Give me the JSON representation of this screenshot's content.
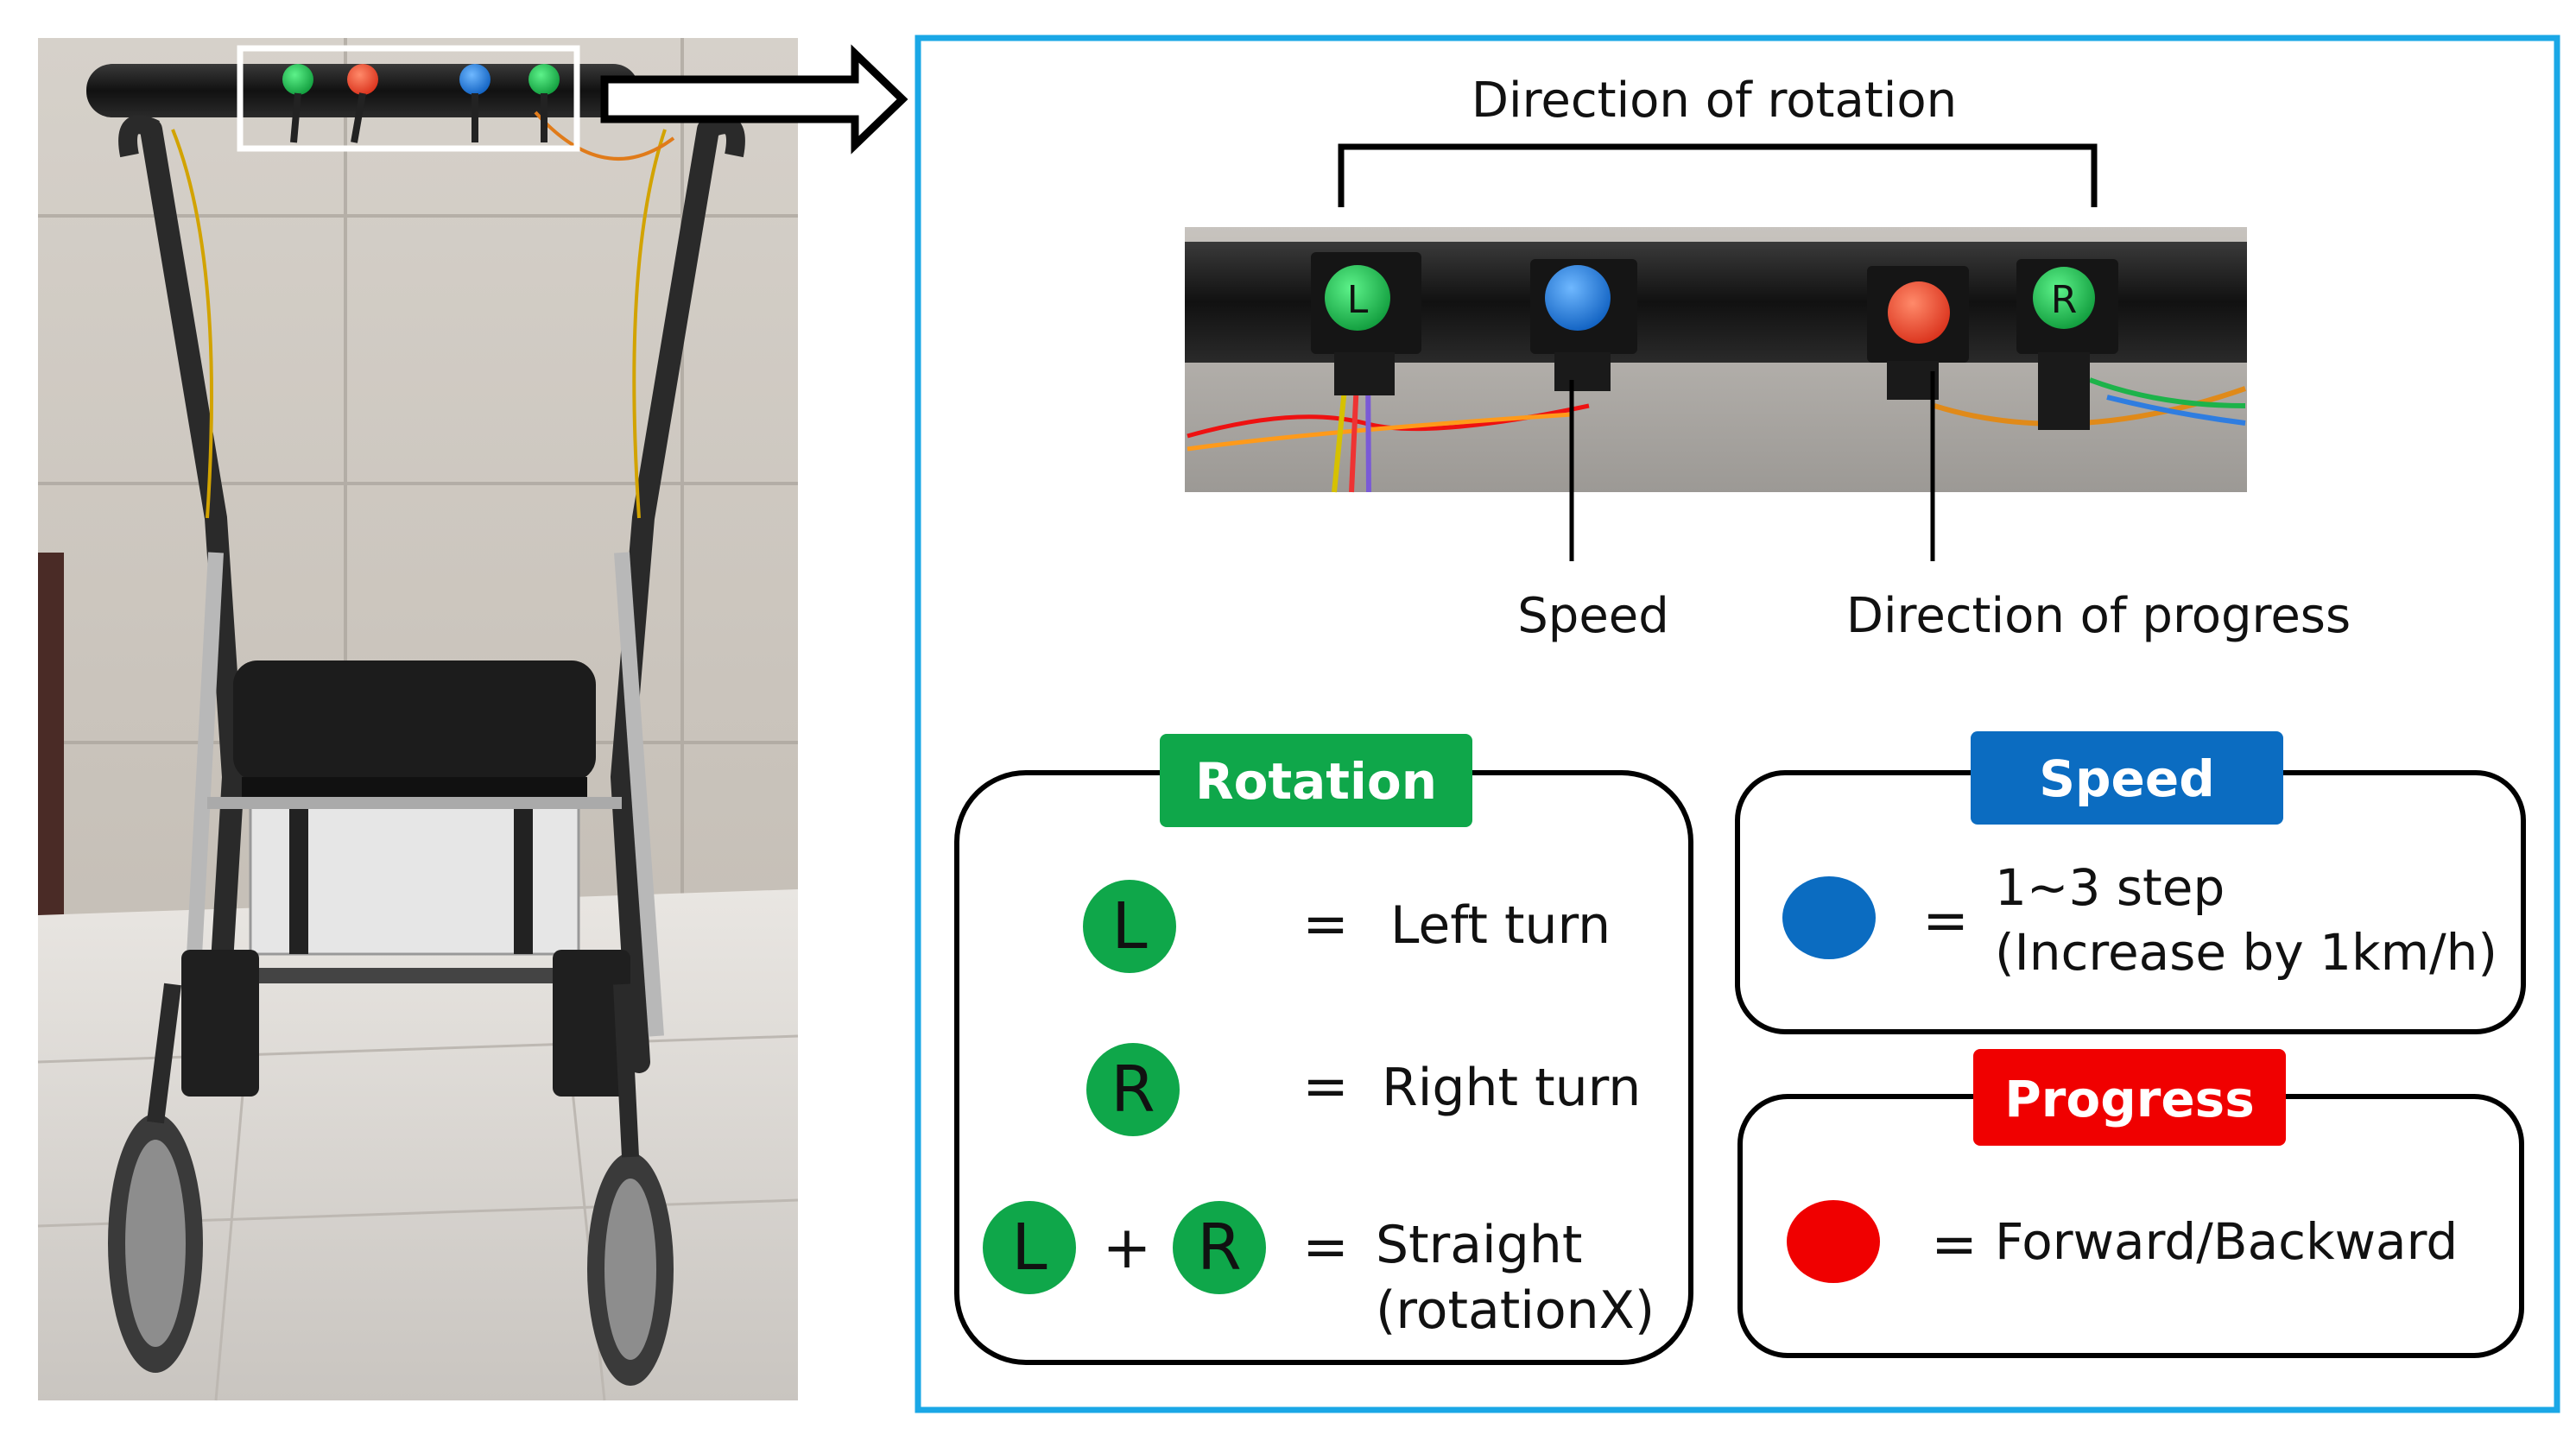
{
  "top": {
    "direction_of_rotation": "Direction of rotation",
    "speed": "Speed",
    "direction_of_progress": "Direction of progress"
  },
  "buttons_photo": {
    "left_letter": "L",
    "right_letter": "R"
  },
  "rotation_box": {
    "badge": "Rotation",
    "rows": [
      {
        "icon_left": "L",
        "equals": "=",
        "text": "Left turn"
      },
      {
        "icon_left": "R",
        "equals": "=",
        "text": "Right turn"
      },
      {
        "icon_left": "L",
        "plus": "+",
        "icon_right": "R",
        "equals": "=",
        "text_line1": "Straight",
        "text_line2": "(rotationX)"
      }
    ]
  },
  "speed_box": {
    "badge": "Speed",
    "equals": "=",
    "text_line1": "1~3 step",
    "text_line2": "(Increase by 1km/h)"
  },
  "progress_box": {
    "badge": "Progress",
    "equals": "=",
    "text": "Forward/Backward"
  },
  "colors": {
    "panel_border": "#1aa7e6",
    "green": "#0fa74a",
    "blue": "#0b6cc1",
    "red": "#f00000",
    "button_orange_red": "#f0452a",
    "button_blue": "#1d7fe0",
    "button_green": "#16c14c"
  },
  "icons": [
    "walker-photo",
    "right-arrow-icon",
    "bracket-icon",
    "button-photo"
  ]
}
